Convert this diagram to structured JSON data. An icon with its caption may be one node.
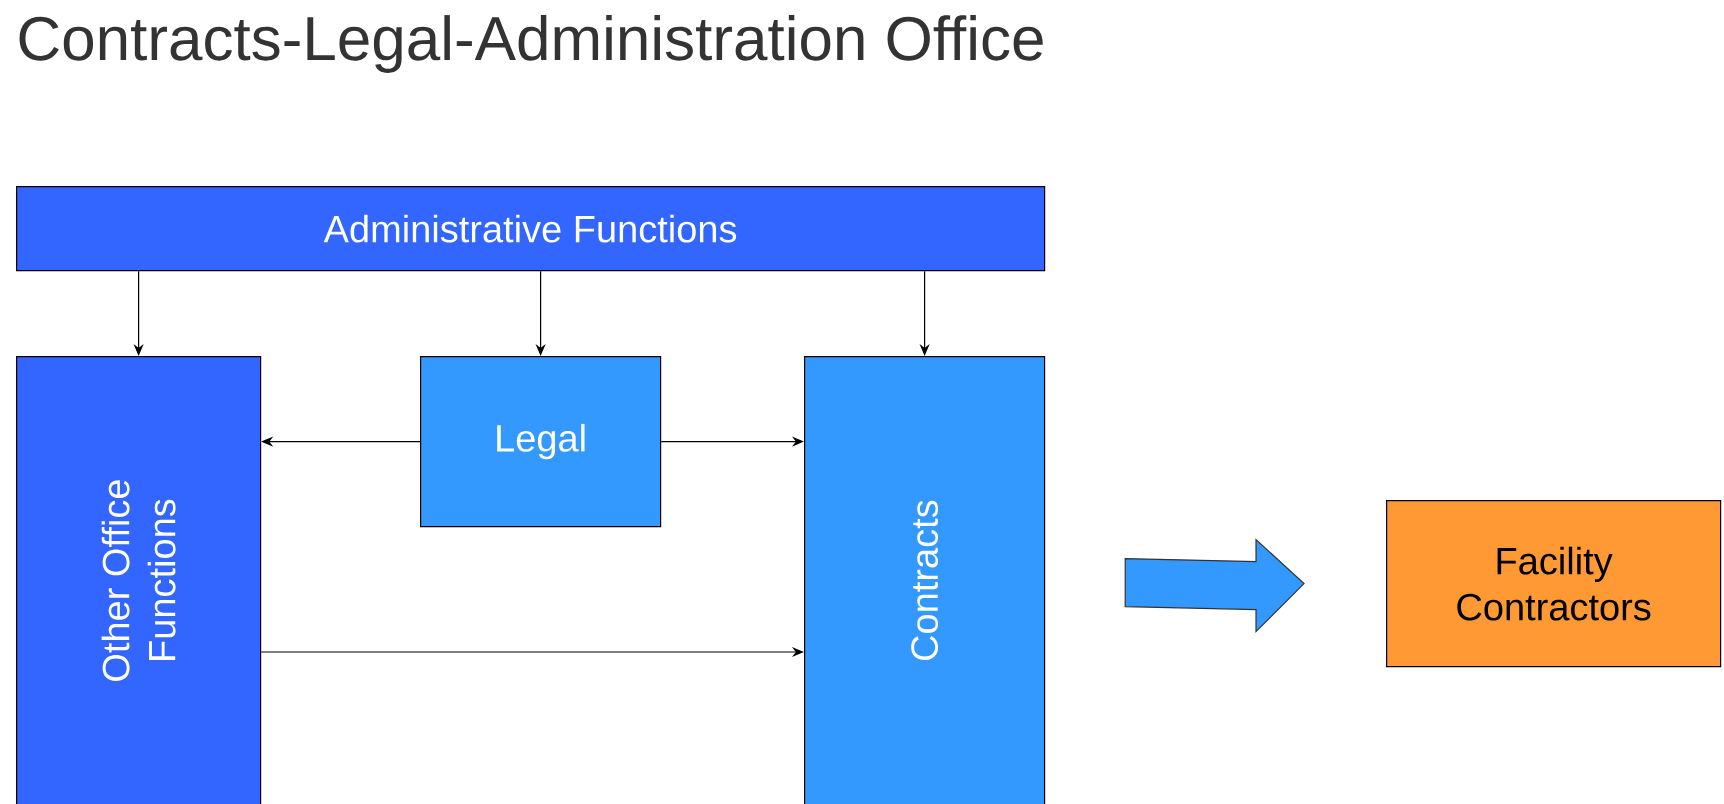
{
  "diagram": {
    "title": "Contracts-Legal-Administration Office",
    "nodes": [
      {
        "text": [
          "Administrative Functions"
        ]
      },
      {
        "text": [
          "Other Office Functions"
        ]
      },
      {
        "text": [
          "Legal"
        ]
      },
      {
        "text": [
          "Contracts"
        ]
      },
      {
        "text": [
          "Facility Contractors"
        ]
      }
    ],
    "edges": [
      {
        "from": 0,
        "to": 1,
        "arrow": "to"
      },
      {
        "from": 0,
        "to": 2,
        "arrow": "to"
      },
      {
        "from": 0,
        "to": 3,
        "arrow": "to"
      },
      {
        "from": 2,
        "to": 1,
        "arrow": "to"
      },
      {
        "from": 2,
        "to": 3,
        "arrow": "to"
      },
      {
        "from": 1,
        "to": 3,
        "arrow": "to"
      },
      {
        "from": 3,
        "to": 4,
        "arrow": "to",
        "style": "thick"
      }
    ]
  }
}
